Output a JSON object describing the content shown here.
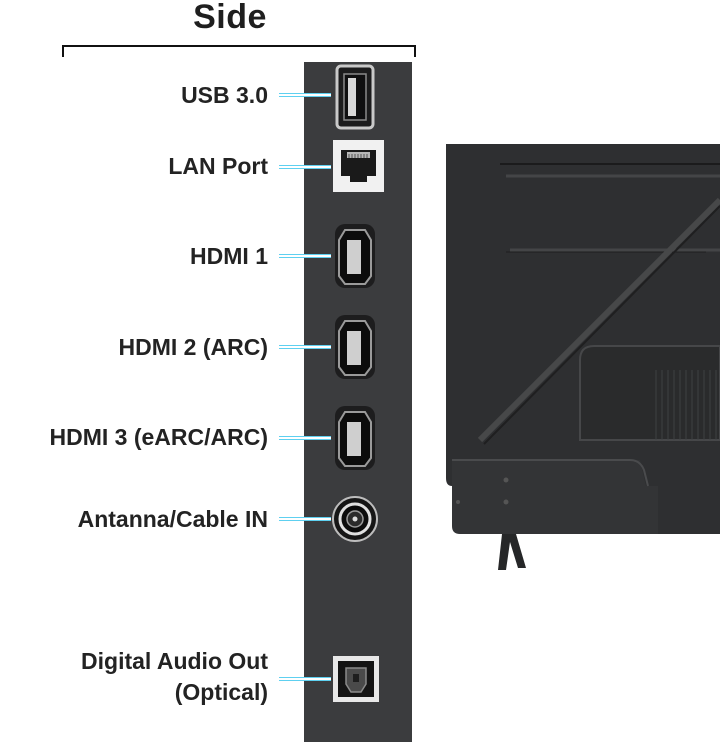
{
  "header": {
    "title": "Side"
  },
  "ports": [
    {
      "id": "usb",
      "label": "USB 3.0",
      "icon": "usb-port-icon"
    },
    {
      "id": "lan",
      "label": "LAN Port",
      "icon": "ethernet-port-icon"
    },
    {
      "id": "hdmi1",
      "label": "HDMI 1",
      "icon": "hdmi-port-icon"
    },
    {
      "id": "hdmi2",
      "label": "HDMI 2 (ARC)",
      "icon": "hdmi-port-icon"
    },
    {
      "id": "hdmi3",
      "label": "HDMI 3 (eARC/ARC)",
      "icon": "hdmi-port-icon"
    },
    {
      "id": "antenna",
      "label": "Antanna/Cable IN",
      "icon": "coaxial-port-icon"
    },
    {
      "id": "optical",
      "label_line1": "Digital Audio Out",
      "label_line2": "(Optical)",
      "icon": "optical-port-icon"
    }
  ],
  "colors": {
    "panel": "#3b3c3e",
    "leader": "#5ed0f0",
    "tv_body": "#2e2f31"
  }
}
